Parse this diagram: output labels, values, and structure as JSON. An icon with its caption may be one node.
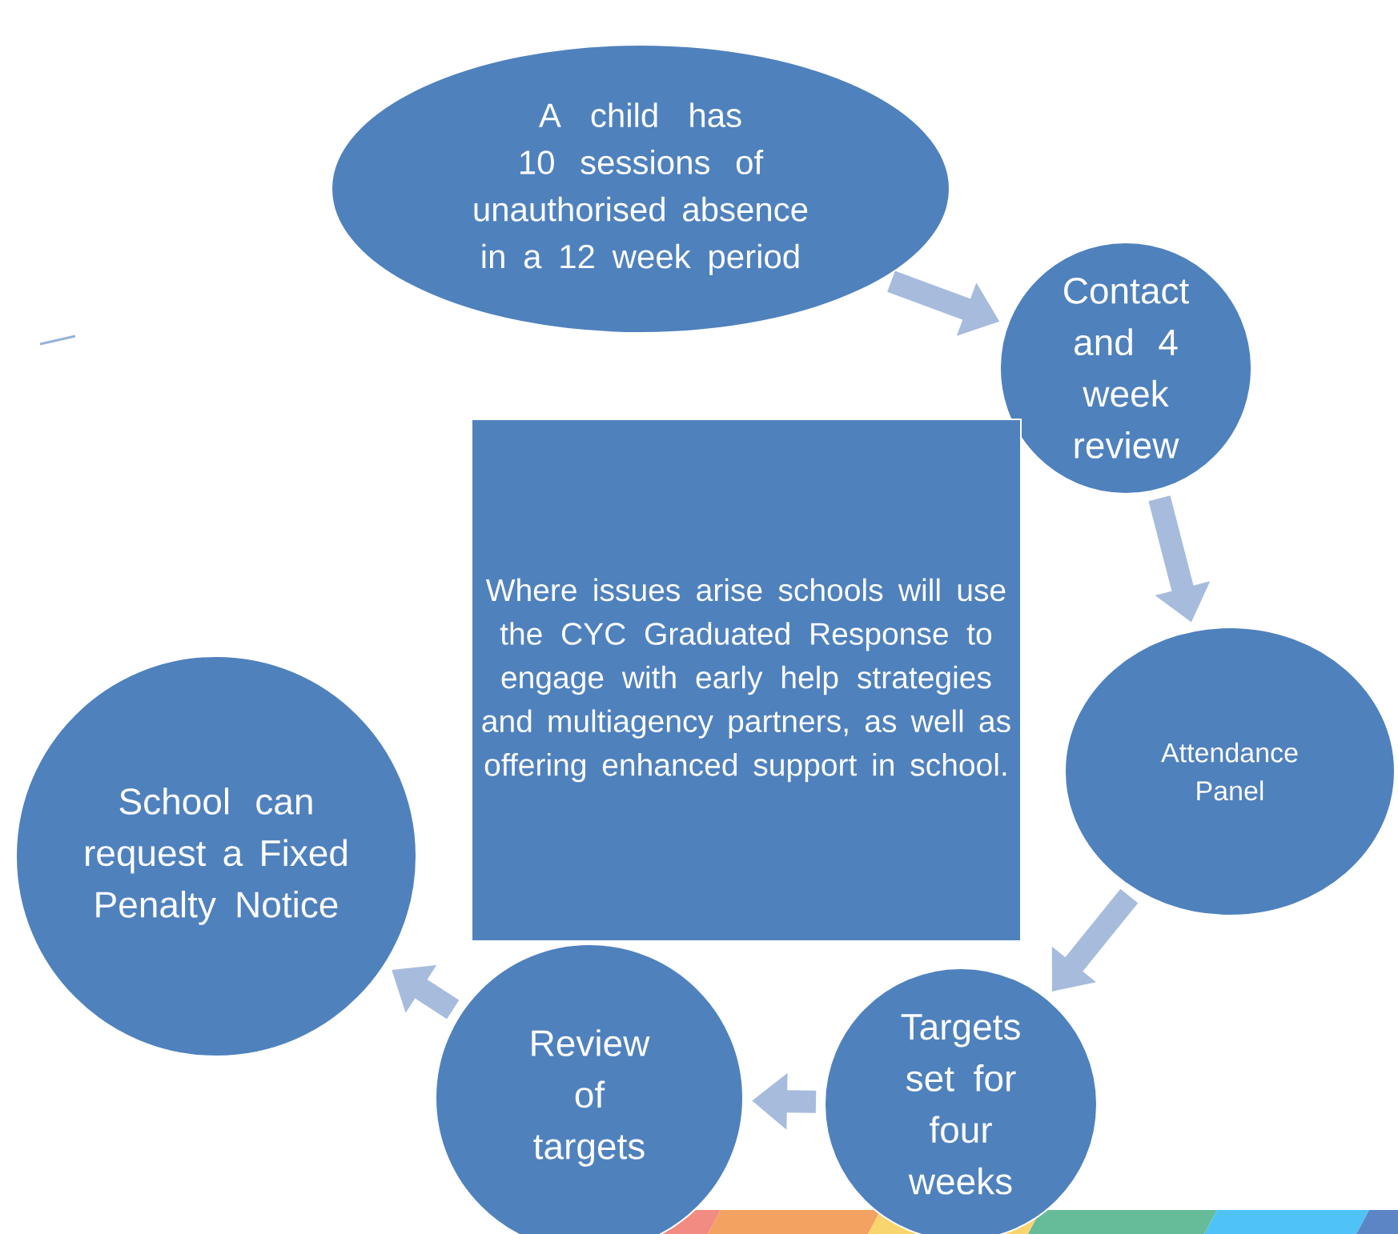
{
  "diagram": {
    "nodes": [
      {
        "text": [
          "A child has 10 sessions of unauthorised absence in  a 12 week period"
        ]
      },
      {
        "text": [
          "Contact and 4 week review"
        ]
      },
      {
        "text": [
          "Where issues arise schools will use the CYC Graduated Response  to engage with early help strategies and multiagency partners, as well as offering enhanced support in school."
        ]
      },
      {
        "text": [
          "Attendance Panel"
        ]
      },
      {
        "text": [
          "Targets set for four weeks"
        ]
      },
      {
        "text": [
          "Review of targets"
        ]
      },
      {
        "text": [
          "School can request a Fixed Penalty Notice"
        ]
      }
    ],
    "edges": [
      {
        "from": 0,
        "to": 1,
        "arrow": "to"
      },
      {
        "from": 1,
        "to": 3,
        "arrow": "to"
      },
      {
        "from": 3,
        "to": 4,
        "arrow": "to"
      },
      {
        "from": 4,
        "to": 5,
        "arrow": "to"
      },
      {
        "from": 5,
        "to": 6,
        "arrow": "to"
      }
    ]
  }
}
